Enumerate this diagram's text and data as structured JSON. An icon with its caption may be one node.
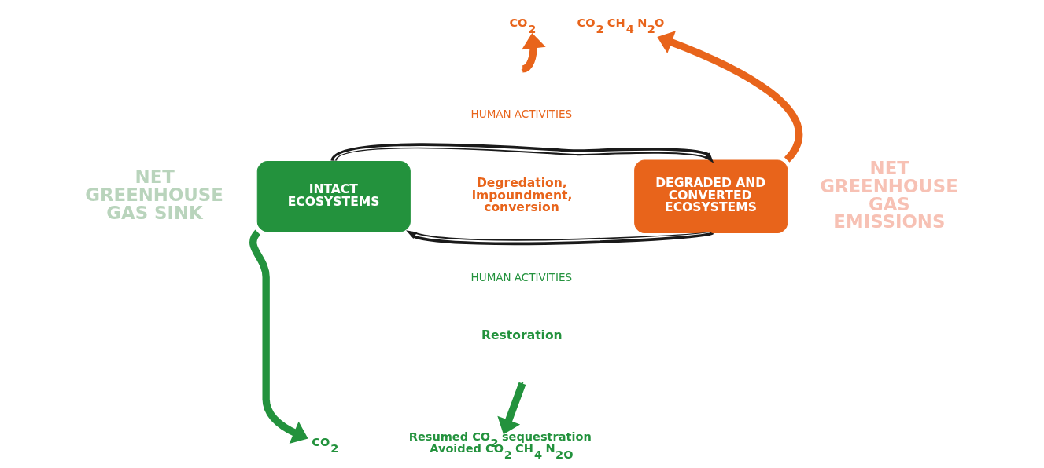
{
  "diagram": {
    "nodes": [
      {
        "text": [
          "INTACT ECOSYSTEMS"
        ]
      },
      {
        "text": [
          "DEGRADED AND CONVERTED ECOSYSTEMS"
        ]
      },
      {
        "text": [
          "CO$_{2}$"
        ]
      },
      {
        "text": [
          "CO$_{2}$ CH$_{4}$ N$_{2}$O"
        ]
      },
      {
        "text": [
          "CO$_{2}$"
        ]
      },
      {
        "text": [
          "Resumed CO$_{2}$ sequestration Avoided CO$_{2}$ CH$_{4}$ N$_{2O}$"
        ]
      }
    ],
    "edges": [
      {
        "from": 0,
        "to": 1,
        "arrow": "to",
        "color": "#1a1a1a"
      },
      {
        "from": 1,
        "to": 0,
        "arrow": "to",
        "color": "#1a1a1a"
      },
      {
        "from": null,
        "to": 4,
        "arrow": "to",
        "color": "#e8641b"
      },
      {
        "from": 1,
        "to": 3,
        "arrow": "to",
        "color": "#e8641b"
      },
      {
        "from": 0,
        "to": 2,
        "arrow": "to",
        "color": "#23923d"
      },
      {
        "from": null,
        "to": 5,
        "arrow": "to",
        "color": "#23923d"
      }
    ],
    "labels": [
      "NET GREENHOUSE GAS SINK",
      "HUMAN ACTIVITIES",
      "Degredation, impoundment, conversion",
      "NET GREENHOUSE GAS EMISSIONS",
      "HUMAN ACTIVITIES",
      "Restoration"
    ]
  }
}
